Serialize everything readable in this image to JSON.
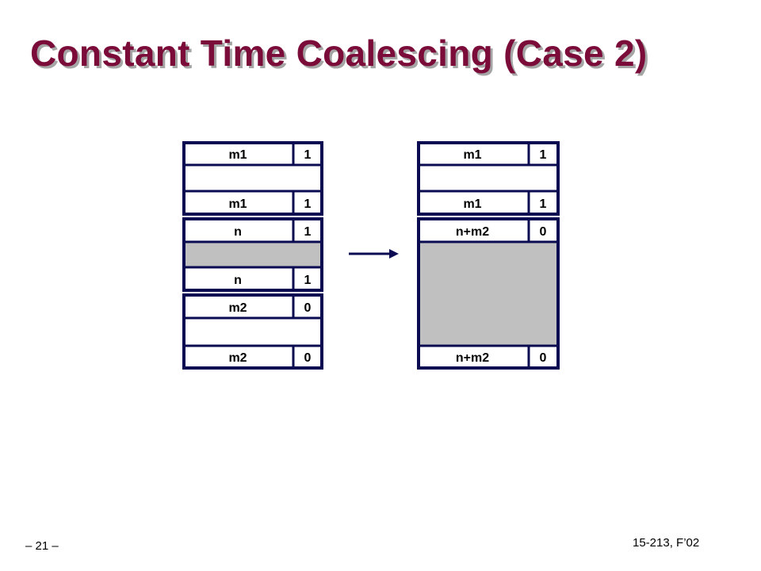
{
  "title": "Constant Time Coalescing (Case 2)",
  "colors": {
    "title": "#7b0c3a",
    "border": "#0b0b52",
    "allocated": "#ffffff",
    "free": "#c0c0c0"
  },
  "before_heap": {
    "blocks": [
      {
        "state": "allocated",
        "header": {
          "size": "m1",
          "flag": "1"
        },
        "footer": {
          "size": "m1",
          "flag": "1"
        }
      },
      {
        "state": "free-shaded",
        "header": {
          "size": "n",
          "flag": "1"
        },
        "footer": {
          "size": "n",
          "flag": "1"
        }
      },
      {
        "state": "allocated",
        "header": {
          "size": "m2",
          "flag": "0"
        },
        "footer": {
          "size": "m2",
          "flag": "0"
        }
      }
    ]
  },
  "after_heap": {
    "blocks": [
      {
        "state": "allocated",
        "header": {
          "size": "m1",
          "flag": "1"
        },
        "footer": {
          "size": "m1",
          "flag": "1"
        }
      },
      {
        "state": "free-shaded",
        "header": {
          "size": "n+m2",
          "flag": "0"
        },
        "footer": {
          "size": "n+m2",
          "flag": "0"
        }
      }
    ]
  },
  "footer": {
    "page_number": "– 21 –",
    "course": "15-213, F’02"
  }
}
